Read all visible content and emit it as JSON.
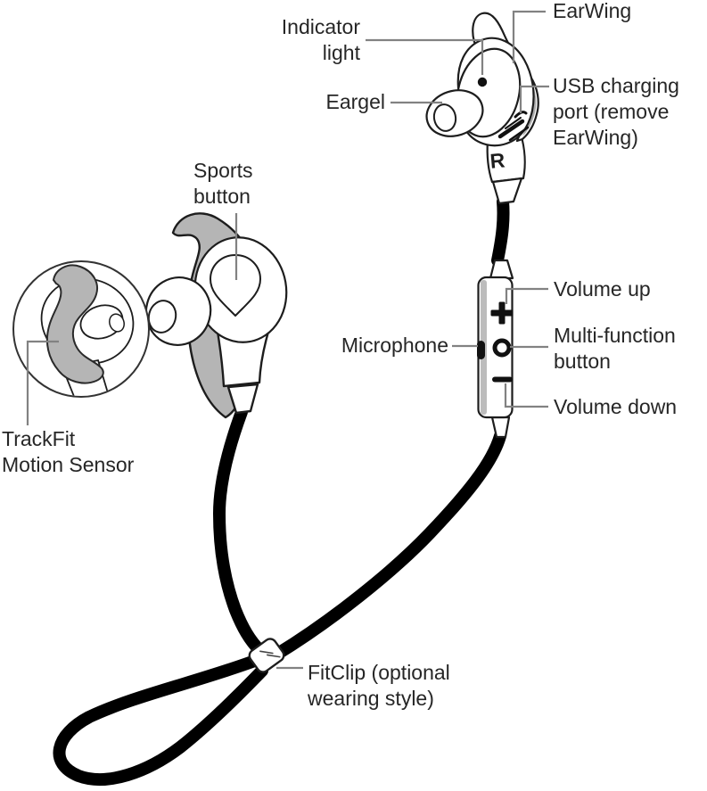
{
  "labels": {
    "earwing": "EarWing",
    "indicator_light": {
      "lines": [
        "Indicator",
        "light"
      ]
    },
    "eargel": "Eargel",
    "usb_charging_port": {
      "lines": [
        "USB charging",
        "port (remove",
        "EarWing)"
      ]
    },
    "sports_button": {
      "lines": [
        "Sports",
        "button"
      ]
    },
    "trackfit_motion_sensor": {
      "lines": [
        "TrackFit",
        "Motion Sensor"
      ]
    },
    "microphone": "Microphone",
    "volume_up": "Volume up",
    "multi_function_button": {
      "lines": [
        "Multi-function",
        "button"
      ]
    },
    "volume_down": "Volume down",
    "fitclip": {
      "lines": [
        "FitClip (optional",
        "wearing style)"
      ]
    },
    "right_earbud_marking": "R"
  },
  "icons": {
    "volume_up_button": "plus-icon",
    "multi_function_button": "ring-icon",
    "volume_down_button": "minus-icon",
    "microphone": "slot-icon",
    "indicator_light": "dot-icon",
    "usb_charging_port": "hatch-icon"
  },
  "colors": {
    "outline": "#1d1d1d",
    "earwing_gray": "#b5b5b5",
    "remote_strip_gray": "#bcbcbc",
    "leader_line_gray": "#828282",
    "cable_black": "#000000",
    "text": "#262626",
    "background": "#ffffff"
  }
}
